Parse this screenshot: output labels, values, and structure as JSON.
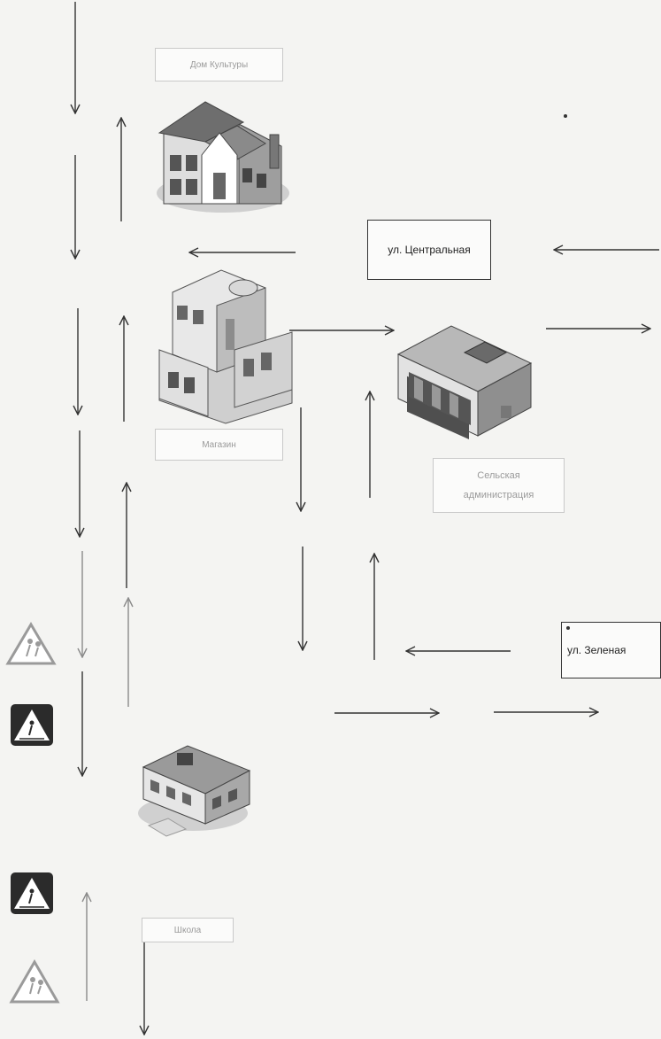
{
  "labels": {
    "culture_house": "Дом Культуры",
    "central_street": "ул. Центральная",
    "shop": "Магазин",
    "admin_line1": "Сельская",
    "admin_line2": "администрация",
    "green_street": "ул. Зеленая",
    "school": "Школа"
  },
  "colors": {
    "arrow": "#333333",
    "arrow_faded": "#8a8a8a",
    "sign_frame": "#2b2b2b",
    "sign_faded": "#9a9a9a"
  },
  "signs": [
    {
      "icon": "children-crossing-sign-icon"
    },
    {
      "icon": "pedestrian-crossing-sign-icon"
    },
    {
      "icon": "pedestrian-crossing-sign-icon"
    },
    {
      "icon": "children-crossing-sign-icon"
    }
  ]
}
